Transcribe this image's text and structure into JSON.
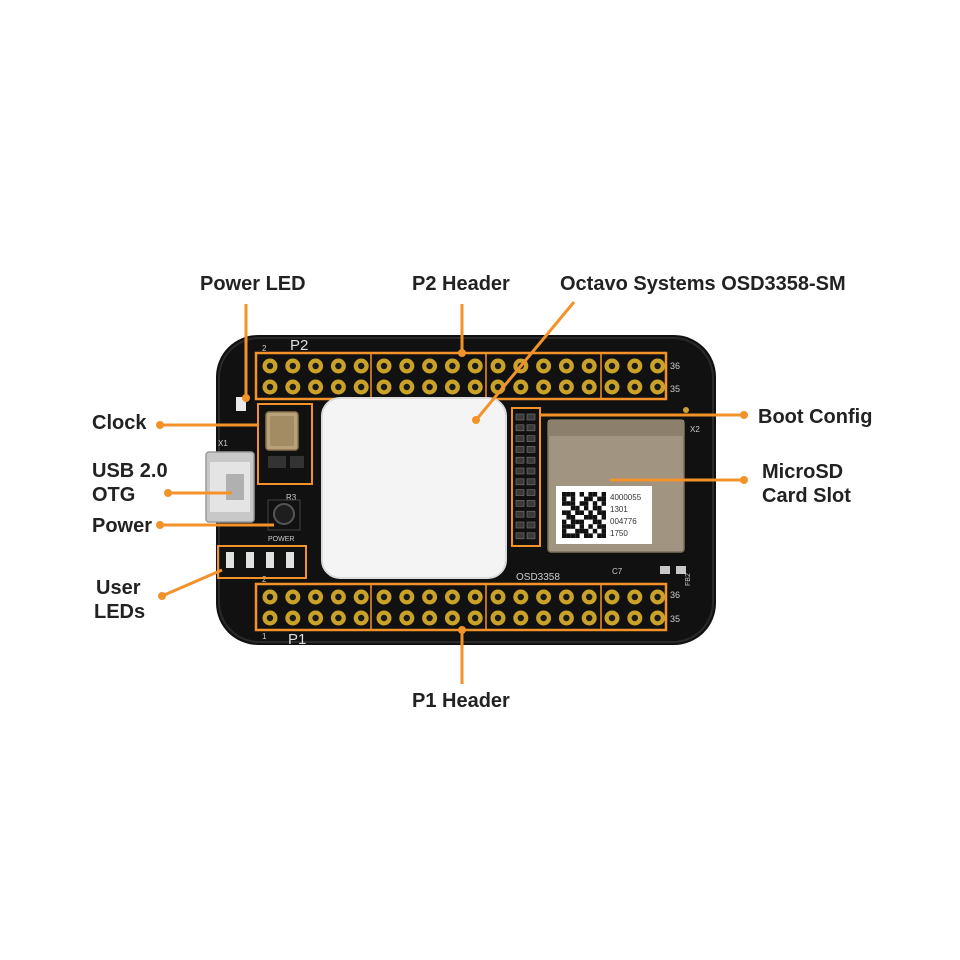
{
  "colors": {
    "accent": "#F39228",
    "board": "#111111",
    "pin_pad": "#C9A227",
    "label_text": "#222222"
  },
  "labels": {
    "power_led": "Power LED",
    "p2_header": "P2 Header",
    "octavo": "Octavo Systems OSD3358-SM",
    "clock": "Clock",
    "usb_line1": "USB 2.0",
    "usb_line2": "OTG",
    "power": "Power",
    "user_leds_line1": "User",
    "user_leds_line2": "LEDs",
    "boot_config": "Boot Config",
    "microsd_line1": "MicroSD",
    "microsd_line2": "Card Slot",
    "p1_header": "P1 Header"
  },
  "silkscreen": {
    "p2": "P2",
    "p1": "P1",
    "pin_2": "2",
    "pin_1": "1",
    "pin_36": "36",
    "pin_35": "35",
    "osd": "OSD3358",
    "x1": "X1",
    "x2": "X2",
    "c7": "C7",
    "r3": "R3",
    "fb2": "FB2",
    "power_text": "POWER"
  },
  "sd_sticker": [
    "4000055",
    "1301",
    "004776",
    "1750"
  ]
}
